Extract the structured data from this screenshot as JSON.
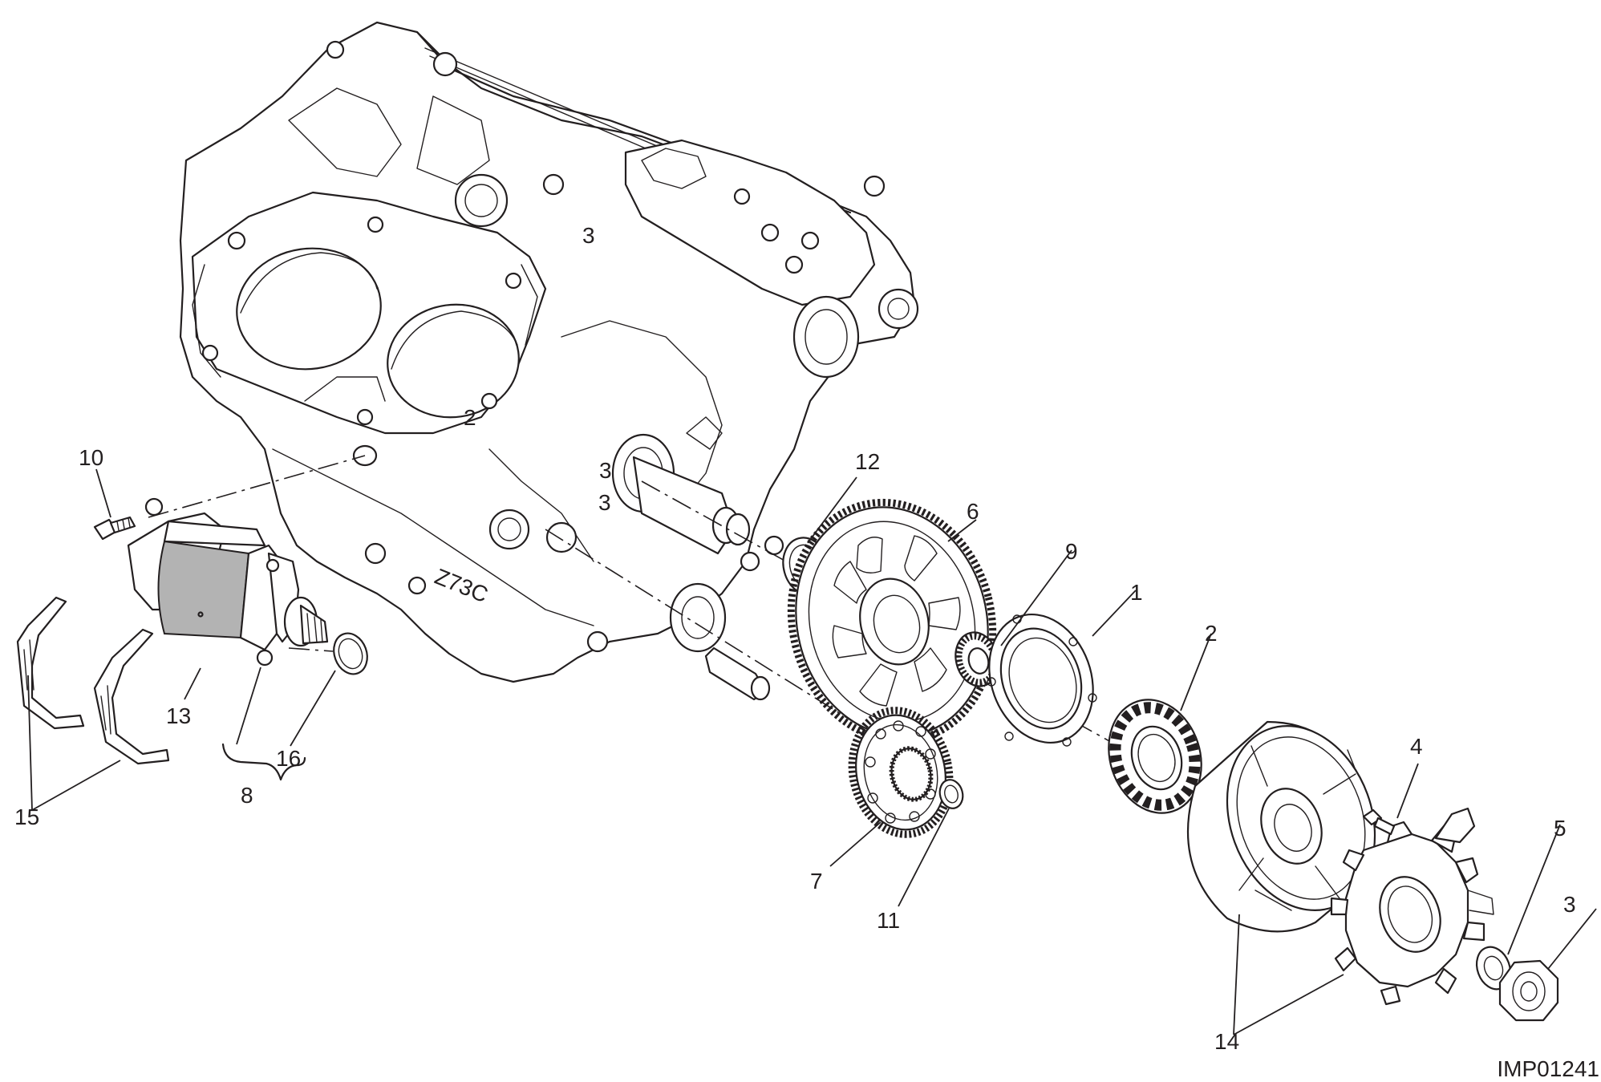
{
  "diagram": {
    "reference_code": "IMP01241",
    "callouts": [
      {
        "id": "c1",
        "label": "1"
      },
      {
        "id": "c2",
        "label": "2"
      },
      {
        "id": "c3",
        "label": "3"
      },
      {
        "id": "c4",
        "label": "4"
      },
      {
        "id": "c5",
        "label": "5"
      },
      {
        "id": "c6",
        "label": "6"
      },
      {
        "id": "c7",
        "label": "7"
      },
      {
        "id": "c8",
        "label": "8"
      },
      {
        "id": "c9",
        "label": "9"
      },
      {
        "id": "c10",
        "label": "10"
      },
      {
        "id": "c11",
        "label": "11"
      },
      {
        "id": "c12",
        "label": "12"
      },
      {
        "id": "c13",
        "label": "13"
      },
      {
        "id": "c14",
        "label": "14"
      },
      {
        "id": "c15",
        "label": "15"
      },
      {
        "id": "c16",
        "label": "16"
      }
    ],
    "engraved_marks": [
      "3",
      "3",
      "2",
      "3",
      "Z73C"
    ]
  }
}
